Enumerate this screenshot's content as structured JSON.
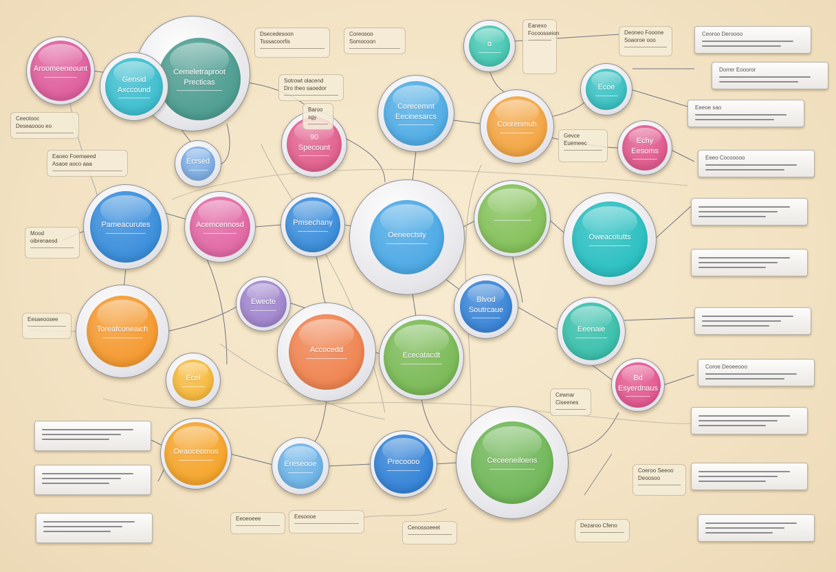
{
  "nodes": [
    {
      "label": "Aroomeeneount",
      "color": "#e0609e"
    },
    {
      "label": "Cemeletraproot\nPrecticas",
      "color": "#4f9e92"
    },
    {
      "label": "Gensid\nAxccound",
      "color": "#3fbfd0"
    },
    {
      "label": "Ecrsed",
      "color": "#7fb0e6"
    },
    {
      "label": "90\nSpecount",
      "color": "#e3628f"
    },
    {
      "label": "Corecemnt\nEecinesarcs",
      "color": "#52aee6"
    },
    {
      "label": "ɑ",
      "color": "#48c9b4"
    },
    {
      "label": "Conrenmuh",
      "color": "#f4a745"
    },
    {
      "label": "Ecoe",
      "color": "#3cc2c4"
    },
    {
      "label": "Echy\nEesoms",
      "color": "#e15b8f"
    },
    {
      "label": "Pameacurutes",
      "color": "#3b8fdc"
    },
    {
      "label": "Acemcennosd",
      "color": "#e36aa6"
    },
    {
      "label": "Pmsechany",
      "color": "#3d8fdc"
    },
    {
      "label": "Oeneectsty",
      "color": "#4eaae6"
    },
    {
      "label": "",
      "color": "#86c25c"
    },
    {
      "label": "Oweacotutts",
      "color": "#2cc0c2"
    },
    {
      "label": "Ewecte",
      "color": "#a287cf"
    },
    {
      "label": "Blvod\nSoutrcaue",
      "color": "#3b86d8"
    },
    {
      "label": "Toreafconeaich",
      "color": "#f59b32"
    },
    {
      "label": "Accocedd",
      "color": "#f08552"
    },
    {
      "label": "Ececatacdt",
      "color": "#7cbb58"
    },
    {
      "label": "Eeenaie",
      "color": "#3bc1ad"
    },
    {
      "label": "Bd\nEsyerdnaus",
      "color": "#e55a92"
    },
    {
      "label": "Ecel",
      "color": "#f8bb3e"
    },
    {
      "label": "Oeaoceomos",
      "color": "#f6a62d"
    },
    {
      "label": "Ereseooe",
      "color": "#6fb6ea"
    },
    {
      "label": "Precoooo",
      "color": "#3584d8"
    },
    {
      "label": "Ceceeneiloens",
      "color": "#72b85a"
    }
  ],
  "tags": [
    "Dsecedesoon\nTsssacoorfis",
    "Sotrowt olacend\nDro theo saoedor",
    "Baroo sgy",
    "Eaoeo Foemaeed\nAsaoe aoco aaa",
    "Mood\noibrenaesd",
    "Gevce\nEuemeec",
    "Eanexo\nFocoosseion",
    "Coreosoo\nSomocoon",
    "Deoneo Fooone\nSoaoroe ooo",
    "Cewnar\nCiseenes",
    "Ceeotooc\nDeseaoooo eo",
    "Coeroo Seeoo\nDeoosoo",
    "Eeoeoeee",
    "Eesoooe",
    "Cenossoeeet",
    "Dezaroo Cfeno",
    "Eesaeoosee"
  ],
  "right_boxes": [
    "Ceoroo Deroooo",
    "Dorrer Eoooror",
    "Eeeoe sao",
    "Eeeo Cocooooo",
    "",
    "",
    "",
    "Coroe Deoeeooo",
    "",
    "",
    ""
  ],
  "left_boxes": [
    "",
    "",
    ""
  ]
}
